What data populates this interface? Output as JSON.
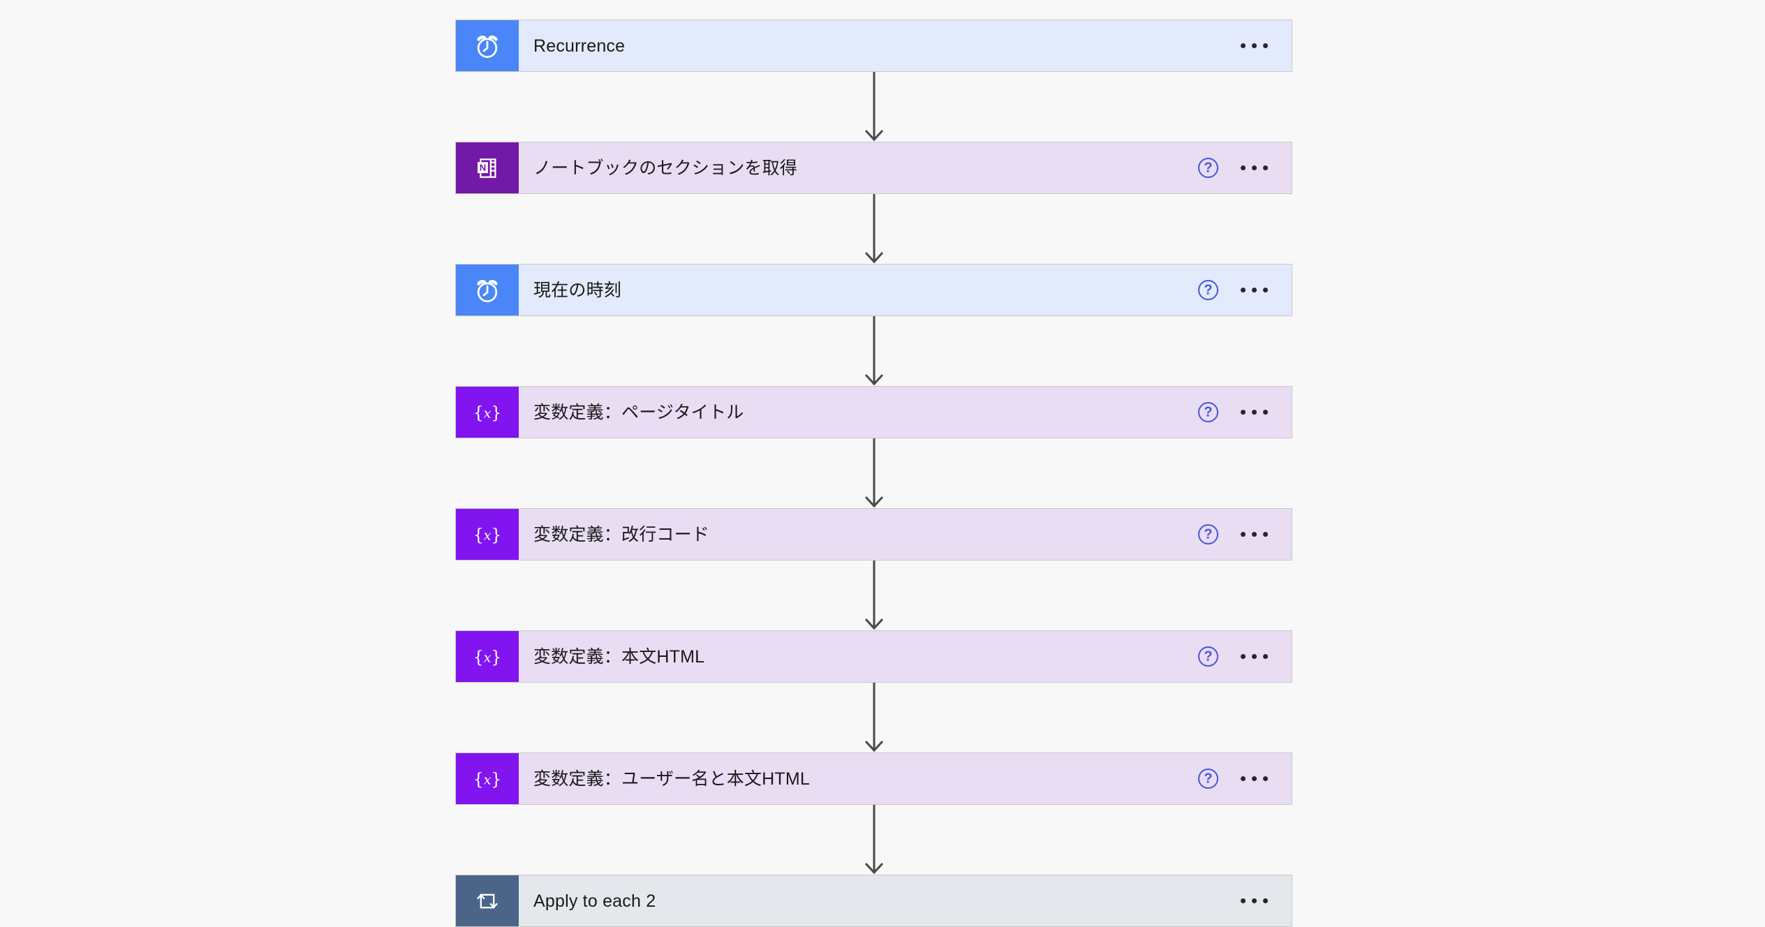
{
  "canvas": {
    "background": "#f8f8f8",
    "accent_blue": "#4a86f7",
    "accent_onenote_purple": "#7219a8",
    "accent_variable_purple": "#8214f0",
    "accent_slate": "#4a6587",
    "card_blue_fill": "#e2eafb",
    "card_purple_fill": "#e9ddf4",
    "card_gray_fill": "#e4e7eb",
    "card_border": "#c8c8c8",
    "connector_color": "#4a4a4a",
    "help_icon_color": "#4656d6",
    "ellipsis_color": "#26262a"
  },
  "flow": {
    "nodes": [
      {
        "title": "Recurrence",
        "icon": "alarm-clock-icon",
        "icon_tone": "icon-blue",
        "card_tone": "tone-blue",
        "has_help": false,
        "has_menu": true
      },
      {
        "title": "ノートブックのセクションを取得",
        "icon": "onenote-icon",
        "icon_tone": "icon-onenote",
        "card_tone": "tone-purple",
        "has_help": true,
        "has_menu": true
      },
      {
        "title": "現在の時刻",
        "icon": "alarm-clock-icon",
        "icon_tone": "icon-blue",
        "card_tone": "tone-blue",
        "has_help": true,
        "has_menu": true
      },
      {
        "title": "変数定義：ページタイトル",
        "icon": "variable-braces-icon",
        "icon_tone": "icon-purple",
        "card_tone": "tone-purple",
        "has_help": true,
        "has_menu": true
      },
      {
        "title": "変数定義：改行コード",
        "icon": "variable-braces-icon",
        "icon_tone": "icon-purple",
        "card_tone": "tone-purple",
        "has_help": true,
        "has_menu": true
      },
      {
        "title": "変数定義：本文HTML",
        "icon": "variable-braces-icon",
        "icon_tone": "icon-purple",
        "card_tone": "tone-purple",
        "has_help": true,
        "has_menu": true
      },
      {
        "title": "変数定義：ユーザー名と本文HTML",
        "icon": "variable-braces-icon",
        "icon_tone": "icon-purple",
        "card_tone": "tone-purple",
        "has_help": true,
        "has_menu": true
      },
      {
        "title": "Apply to each 2",
        "icon": "loop-repeat-icon",
        "icon_tone": "icon-slate",
        "card_tone": "tone-gray",
        "has_help": false,
        "has_menu": true
      }
    ],
    "help_symbol": "?",
    "connector_label": ""
  }
}
